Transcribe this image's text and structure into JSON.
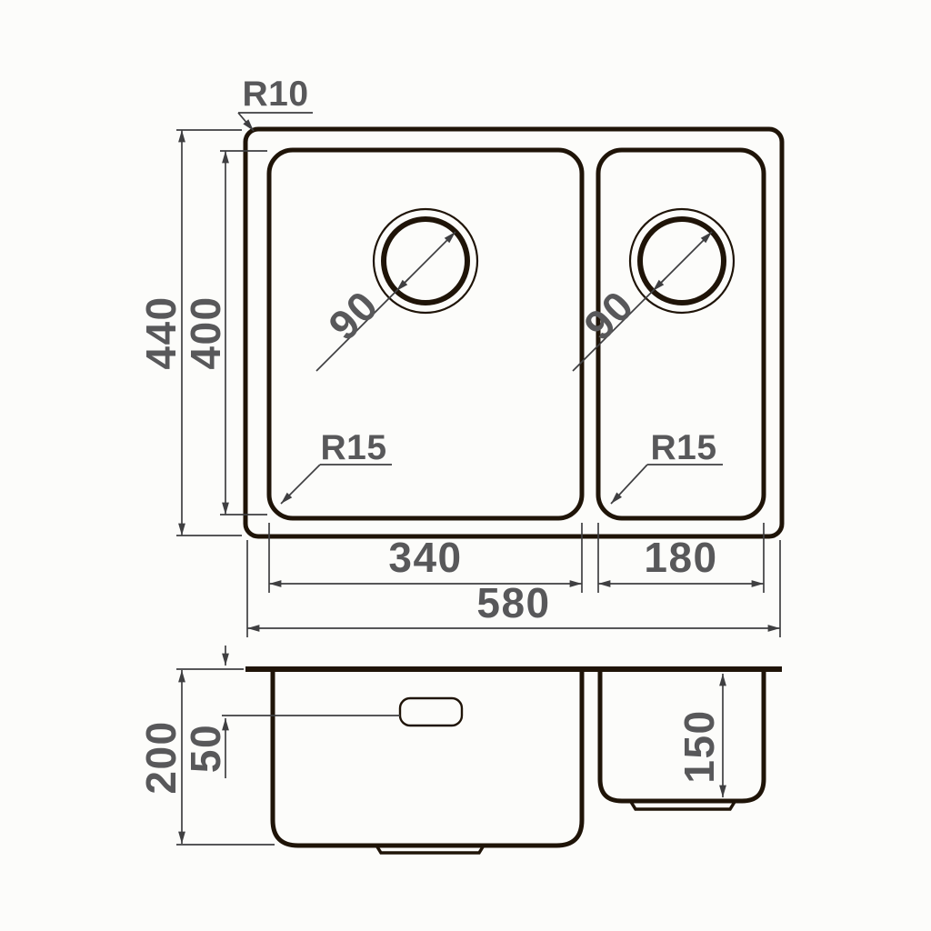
{
  "drawing_type": "sink-dimension-drawing",
  "top_view": {
    "outer_corner_radius": "R10",
    "overall_depth": "440",
    "bowl_depth": "400",
    "left_drain_diameter": "90",
    "right_drain_diameter": "90",
    "left_bowl_corner_radius": "R15",
    "right_bowl_corner_radius": "R15",
    "left_bowl_width": "340",
    "right_bowl_width": "180",
    "overall_width": "580"
  },
  "side_view": {
    "overall_height": "200",
    "overflow_offset": "50",
    "right_bowl_height": "150"
  },
  "colors": {
    "outline": "#1f1408",
    "dimension_lines": "#3f3f41",
    "dimension_text": "#58585a",
    "background": "#fcfcfa"
  }
}
